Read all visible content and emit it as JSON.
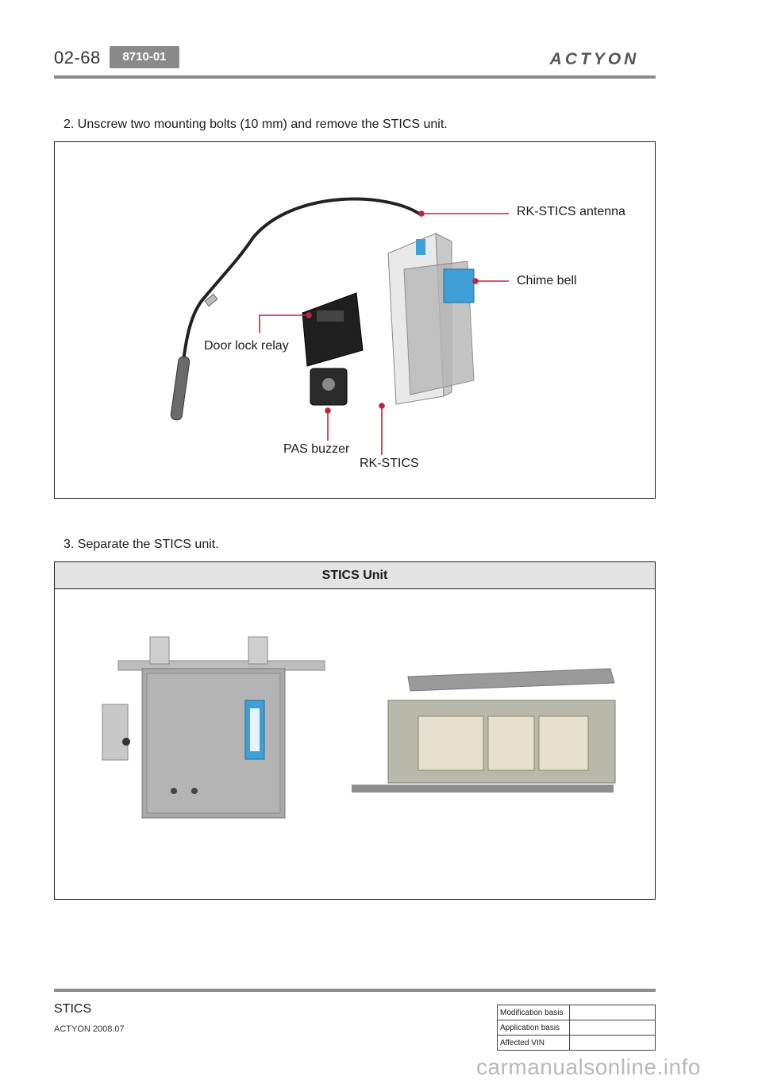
{
  "header": {
    "page_number": "02-68",
    "section_code": "8710-01",
    "brand_logo": "ACTYON"
  },
  "steps": [
    {
      "text": "2. Unscrew two mounting bolts (10 mm) and remove the STICS unit."
    },
    {
      "text": "3. Separate the STICS unit."
    }
  ],
  "figure1": {
    "callouts": {
      "antenna": "RK-STICS antenna",
      "chime": "Chime bell",
      "door_lock": "Door lock relay",
      "pas_buzzer": "PAS buzzer",
      "rk_stics": "RK-STICS"
    }
  },
  "figure2": {
    "title": "STICS Unit"
  },
  "footer": {
    "title": "STICS",
    "subtitle": "ACTYON 2008.07",
    "rows": [
      {
        "label": "Modification basis",
        "value": ""
      },
      {
        "label": "Application basis",
        "value": ""
      },
      {
        "label": "Affected VIN",
        "value": ""
      }
    ]
  },
  "watermark": "carmanualsonline.info",
  "colors": {
    "callout_line": "#c0243a",
    "rule_gray": "#8c8c8c",
    "badge_gray": "#8a8a8a",
    "connector_blue": "#3fa0d8"
  }
}
